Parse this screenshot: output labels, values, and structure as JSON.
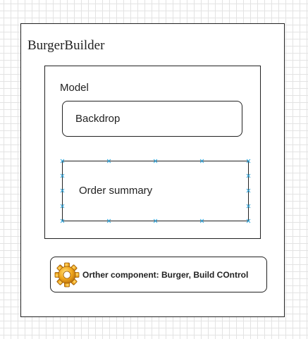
{
  "diagram": {
    "container": {
      "title": "BurgerBuilder"
    },
    "model": {
      "label": "Model",
      "backdrop": {
        "label": "Backdrop"
      },
      "order_summary": {
        "label": "Order summary"
      }
    },
    "other_component": {
      "label": "Orther component: Burger, Build COntrol",
      "icon": "gear-icon"
    }
  },
  "colors": {
    "stroke": "#222222",
    "selection_handle": "#29a3db",
    "gear": "#f2a81d",
    "grid": "#e3e3e3"
  }
}
